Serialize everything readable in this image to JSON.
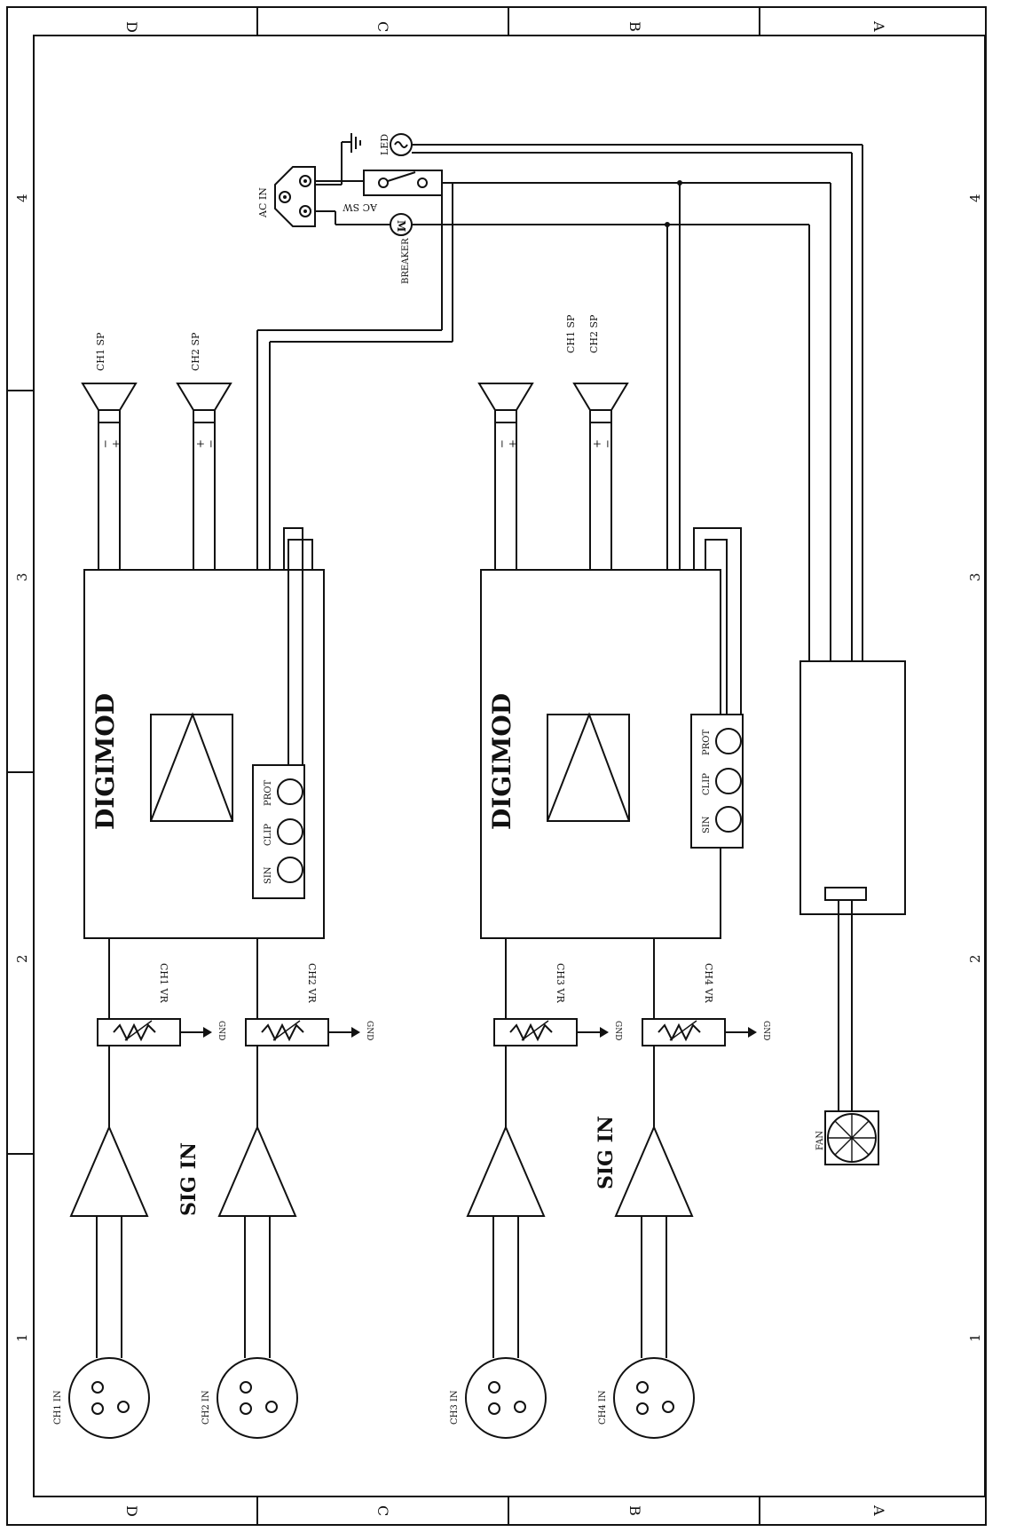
{
  "border": {
    "top_letters": [
      "D",
      "C",
      "B",
      "A"
    ],
    "bottom_letters": [
      "D",
      "C",
      "B",
      "A"
    ],
    "left_numbers": [
      "4",
      "3",
      "2",
      "1"
    ],
    "right_numbers": [
      "4",
      "3",
      "2",
      "1"
    ]
  },
  "power": {
    "ac_in": "AC IN",
    "ac_sw": "AC SW",
    "breaker": "BREAKER",
    "breaker_symbol": "M",
    "led": "LED"
  },
  "modules": [
    {
      "title": "DIGIMOD",
      "sp1": "CH1 SP",
      "sp2": "CH2 SP",
      "vr1": "CH1 VR",
      "vr2": "CH2 VR",
      "in1": "CH1 IN",
      "in2": "CH2 IN",
      "sig_in": "SIG IN",
      "gnd": "GND",
      "led_labels": [
        "SIN",
        "CLIP",
        "PROT"
      ]
    },
    {
      "title": "DIGIMOD",
      "sp1": "CH1 SP",
      "sp2": "CH2 SP",
      "vr1": "CH3 VR",
      "vr2": "CH4 VR",
      "in1": "CH3 IN",
      "in2": "CH4 IN",
      "sig_in": "SIG IN",
      "gnd": "GND",
      "led_labels": [
        "SIN",
        "CLIP",
        "PROT"
      ]
    }
  ],
  "fan": "FAN",
  "polarity": {
    "plus": "+",
    "minus": "−"
  }
}
